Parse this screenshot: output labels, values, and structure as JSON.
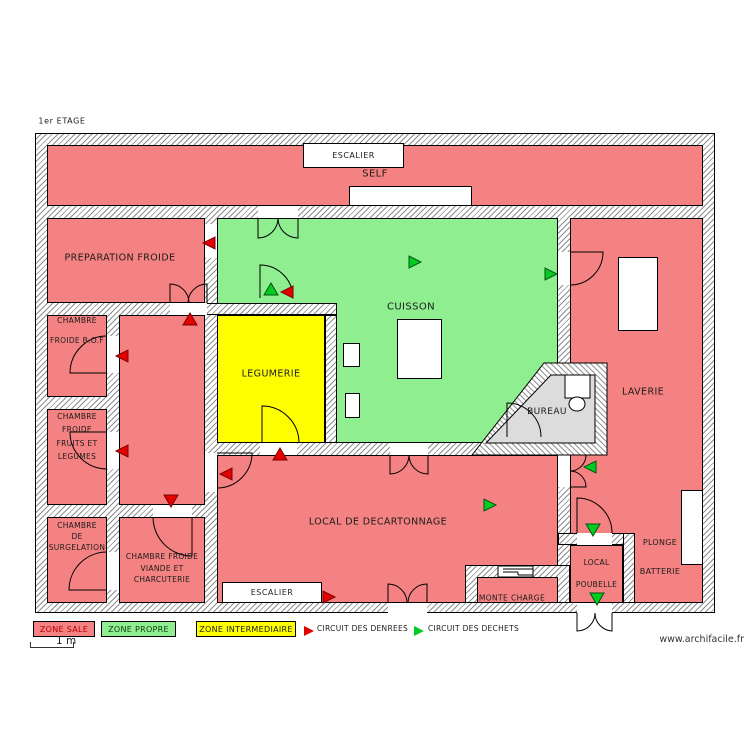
{
  "title": "1er ETAGE",
  "watermark": "www.archifacile.fr",
  "scale_label": "1 m",
  "rooms": {
    "self": "SELF",
    "escalier_top": "ESCALIER",
    "preparation_froide": "PREPARATION FROIDE",
    "chambre_froide_bof": [
      "CHAMBRE",
      "FROIDE B.O.F"
    ],
    "cuisson": "CUISSON",
    "legumerie": "LEGUMERIE",
    "chambre_froide_fruits": [
      "CHAMBRE",
      "FROIDE",
      "FRUITS ET",
      "LEGUMES"
    ],
    "bureau": "BUREAU",
    "laverie": "LAVERIE",
    "chambre_surgelation": [
      "CHAMBRE",
      "DE",
      "SURGELATION"
    ],
    "chambre_viande": [
      "CHAMBRE FROIDE",
      "VIANDE ET",
      "CHARCUTERIE"
    ],
    "local_decartonnage": "LOCAL DE DECARTONNAGE",
    "escalier_bottom": "ESCALIER",
    "monte_charge": "MONTE CHARGE",
    "local_poubelle": [
      "LOCAL",
      "POUBELLE"
    ],
    "plonge_batterie": [
      "PLONGE",
      "BATTERIE"
    ]
  },
  "legend": {
    "zone_sale": "ZONE SALE",
    "zone_propre": "ZONE PROPRE",
    "zone_intermediaire": "ZONE INTERMEDIAIRE",
    "circuit_denrees": "CIRCUIT DES DENREES",
    "circuit_dechets": "CIRCUIT DES DECHETS"
  },
  "colors": {
    "zone_sale": "#F58282",
    "zone_propre": "#8FEE8F",
    "zone_intermediaire": "#FFFF00",
    "bureau_gray": "#DCDCDC",
    "arrow_red": "#E30000",
    "arrow_green": "#00CC22"
  }
}
